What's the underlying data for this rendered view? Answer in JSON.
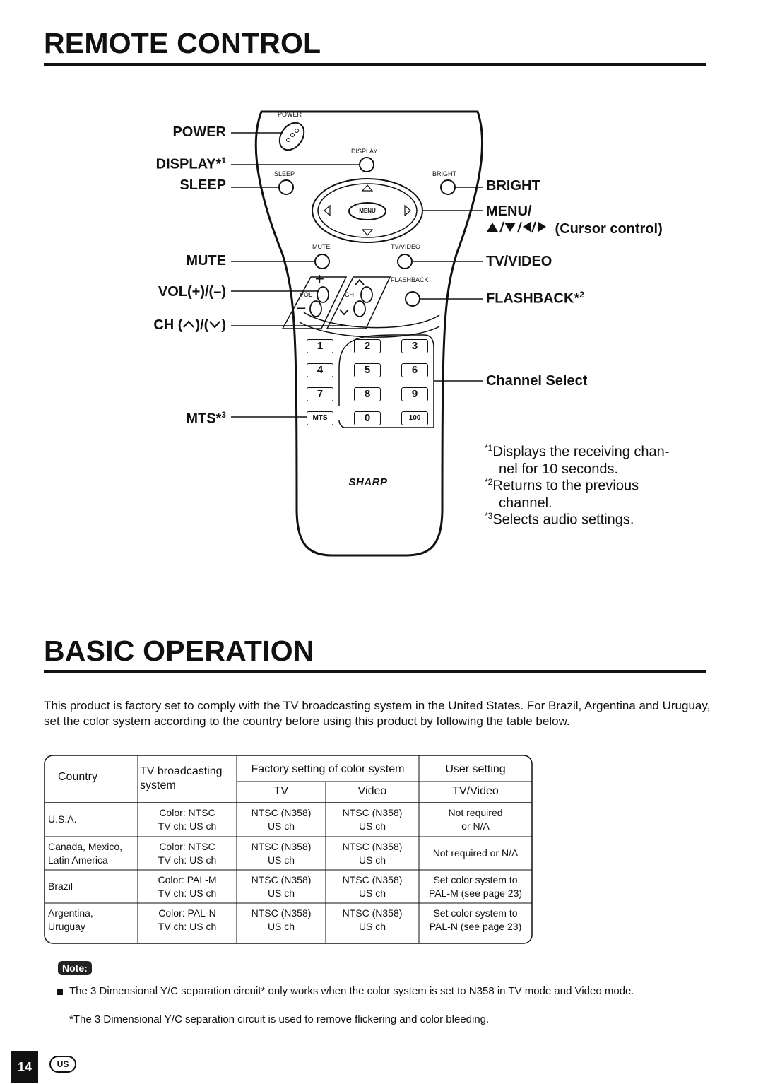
{
  "remote_section": {
    "title": "REMOTE CONTROL",
    "left_labels": {
      "power": "POWER",
      "display": "DISPLAY*",
      "display_mark": "1",
      "sleep": "SLEEP",
      "mute": "MUTE",
      "vol": "VOL(+)/(–)",
      "ch_prefix": "CH (",
      "ch_mid": ")/(",
      "ch_suffix": ")",
      "mts": "MTS*",
      "mts_mark": "3"
    },
    "right_labels": {
      "bright": "BRIGHT",
      "menu": "MENU/",
      "cursor_suffix": " (Cursor control)",
      "tv_video": "TV/VIDEO",
      "flashback": "FLASHBACK*",
      "flashback_mark": "2",
      "channel_select": "Channel Select"
    },
    "remote_buttons": {
      "power": "POWER",
      "display": "DISPLAY",
      "sleep": "SLEEP",
      "bright": "BRIGHT",
      "menu": "MENU",
      "mute": "MUTE",
      "tv_video": "TV/VIDEO",
      "flashback": "FLASHBACK",
      "vol": "VOL",
      "ch": "CH",
      "plus": "+",
      "minus": "–",
      "keys": [
        "1",
        "2",
        "3",
        "4",
        "5",
        "6",
        "7",
        "8",
        "9",
        "MTS",
        "0",
        "100"
      ],
      "brand": "SHARP"
    },
    "footnotes": [
      {
        "mark": "*1",
        "text": "Displays the receiving chan-",
        "cont": "nel for 10 seconds."
      },
      {
        "mark": "*2",
        "text": "Returns to the previous",
        "cont": "channel."
      },
      {
        "mark": "*3",
        "text": "Selects audio settings.",
        "cont": ""
      }
    ]
  },
  "basic_section": {
    "title": "BASIC OPERATION",
    "intro": "This product is factory set to comply with the TV broadcasting system in the United States. For Brazil, Argentina and Uruguay, set the color system according to the country before using this product by following the table below.",
    "table": {
      "headers": {
        "country": "Country",
        "tv_broadcasting_1": "TV broadcasting",
        "tv_broadcasting_2": "system",
        "factory": "Factory setting of color system",
        "tv": "TV",
        "video": "Video",
        "user": "User setting",
        "tv_video": "TV/Video"
      },
      "rows": [
        {
          "country": [
            "U.S.A.",
            ""
          ],
          "system": [
            "Color: NTSC",
            "TV ch: US ch"
          ],
          "tv": [
            "NTSC (N358)",
            "US ch"
          ],
          "video": [
            "NTSC (N358)",
            "US ch"
          ],
          "user": [
            "Not required",
            "or N/A"
          ]
        },
        {
          "country": [
            "Canada, Mexico,",
            "Latin America"
          ],
          "system": [
            "Color: NTSC",
            "TV ch: US ch"
          ],
          "tv": [
            "NTSC (N358)",
            "US ch"
          ],
          "video": [
            "NTSC (N358)",
            "US ch"
          ],
          "user": [
            "Not required or N/A",
            ""
          ]
        },
        {
          "country": [
            "Brazil",
            ""
          ],
          "system": [
            "Color: PAL-M",
            "TV ch: US ch"
          ],
          "tv": [
            "NTSC (N358)",
            "US ch"
          ],
          "video": [
            "NTSC (N358)",
            "US ch"
          ],
          "user": [
            "Set color system to",
            "PAL-M (see page 23)"
          ]
        },
        {
          "country": [
            "Argentina,",
            "Uruguay"
          ],
          "system": [
            "Color: PAL-N",
            "TV ch: US ch"
          ],
          "tv": [
            "NTSC (N358)",
            "US ch"
          ],
          "video": [
            "NTSC (N358)",
            "US ch"
          ],
          "user": [
            "Set color system to",
            "PAL-N (see page 23)"
          ]
        }
      ]
    },
    "note": {
      "label": "Note:",
      "bullet": "The 3 Dimensional Y/C separation circuit* only works when the color system is set to N358 in TV mode and Video mode.",
      "footnote": "*The 3 Dimensional Y/C separation circuit is used to remove flickering and color bleeding."
    }
  },
  "footer": {
    "page_number": "14",
    "region": "US"
  }
}
